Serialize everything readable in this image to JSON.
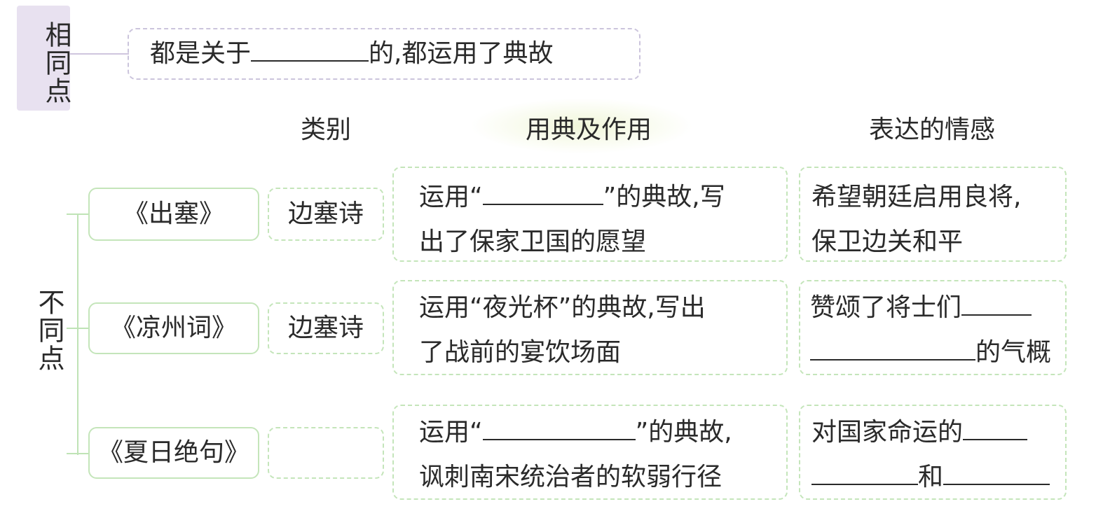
{
  "labels": {
    "same": "相同点",
    "diff": "不同点"
  },
  "same_point": {
    "before": "都是关于",
    "after": "的,都运用了典故"
  },
  "headers": {
    "category": "类别",
    "allusion": "用典及作用",
    "emotion": "表达的情感"
  },
  "rows": [
    {
      "title": "《出塞》",
      "category": "边塞诗",
      "allusion_line1_before": "运用“",
      "allusion_line1_after": "”的典故,写",
      "allusion_line2": "出了保家卫国的愿望",
      "emotion_line1": "希望朝廷启用良将,",
      "emotion_line2": "保卫边关和平"
    },
    {
      "title": "《凉州词》",
      "category": "边塞诗",
      "allusion_line1": "运用“夜光杯”的典故,写出",
      "allusion_line2": "了战前的宴饮场面",
      "emotion_line1": "赞颂了将士们",
      "emotion_line2_after": "的气概"
    },
    {
      "title": "《夏日绝句》",
      "category": "",
      "allusion_line1_before": "运用“",
      "allusion_line1_after": "”的典故,",
      "allusion_line2": "讽刺南宋统治者的软弱行径",
      "emotion_line1": "对国家命运的",
      "emotion_line2_mid": "和"
    }
  ],
  "colors": {
    "purple_border": "#cbc4dc",
    "green_border": "#c4e5ba",
    "label_bg": "#e8e1f0"
  }
}
